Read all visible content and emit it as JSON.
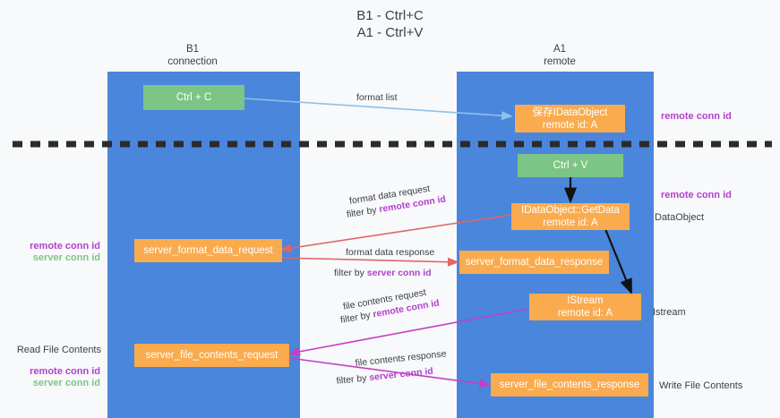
{
  "title": "B1 - Ctrl+C\nA1 - Ctrl+V",
  "colors": {
    "lane": "#4a86dc",
    "node_orange": "#f9ab4e",
    "node_green": "#7dc586",
    "remote_conn_id": "#b23fd0",
    "server_conn_id": "#7dc586",
    "arrow_blue": "#8fc0ea",
    "arrow_red": "#e06666",
    "arrow_magenta": "#c43fc4",
    "arrow_black": "#000000",
    "background": "#f8f9fa"
  },
  "lanes": [
    {
      "id": "b1",
      "title": "B1\nconnection"
    },
    {
      "id": "a1",
      "title": "A1\nremote"
    }
  ],
  "nodes": [
    {
      "id": "ctrl-c",
      "label": "Ctrl + C",
      "color": "green"
    },
    {
      "id": "save-idataobject",
      "label": "保存IDataObject\nremote id: A",
      "color": "orange"
    },
    {
      "id": "ctrl-v",
      "label": "Ctrl + V",
      "color": "green"
    },
    {
      "id": "idataobject-getdata",
      "label": "IDataObject::GetData\nremote id: A",
      "color": "orange"
    },
    {
      "id": "server-format-data-request",
      "label": "server_format_data_request",
      "color": "orange"
    },
    {
      "id": "server-format-data-response",
      "label": "server_format_data_response",
      "color": "orange"
    },
    {
      "id": "istream",
      "label": "IStream\nremote id: A",
      "color": "orange"
    },
    {
      "id": "server-file-contents-request",
      "label": "server_file_contents_request",
      "color": "orange"
    },
    {
      "id": "server-file-contents-response",
      "label": "server_file_contents_response",
      "color": "orange"
    }
  ],
  "edge_labels": [
    {
      "id": "format-list",
      "text": "format list"
    },
    {
      "id": "format-data-request",
      "text": "format data request"
    },
    {
      "id": "format-data-filter",
      "prefix": "filter by ",
      "keyword": "remote conn id"
    },
    {
      "id": "format-data-response",
      "text": "format data response"
    },
    {
      "id": "format-response-filter",
      "prefix": "filter by ",
      "keyword": "server conn id"
    },
    {
      "id": "file-contents-request",
      "text": "file contents request"
    },
    {
      "id": "file-request-filter",
      "prefix": "filter by ",
      "keyword": "remote conn id"
    },
    {
      "id": "file-contents-response",
      "text": "file contents response"
    },
    {
      "id": "file-response-filter",
      "prefix": "filter by ",
      "keyword": "server conn id"
    }
  ],
  "side_labels": {
    "right_remote_conn_id_top": "remote conn id",
    "right_remote_conn_id_mid": "remote conn id",
    "right_dataobject": "DataObject",
    "right_istream": "Istream",
    "right_write_file_contents": "Write File Contents",
    "left_remote_conn_id_mid": "remote conn id",
    "left_server_conn_id_mid": "server conn id",
    "left_read_file_contents": "Read File Contents",
    "left_remote_conn_id_bot": "remote conn id",
    "left_server_conn_id_bot": "server conn id"
  }
}
